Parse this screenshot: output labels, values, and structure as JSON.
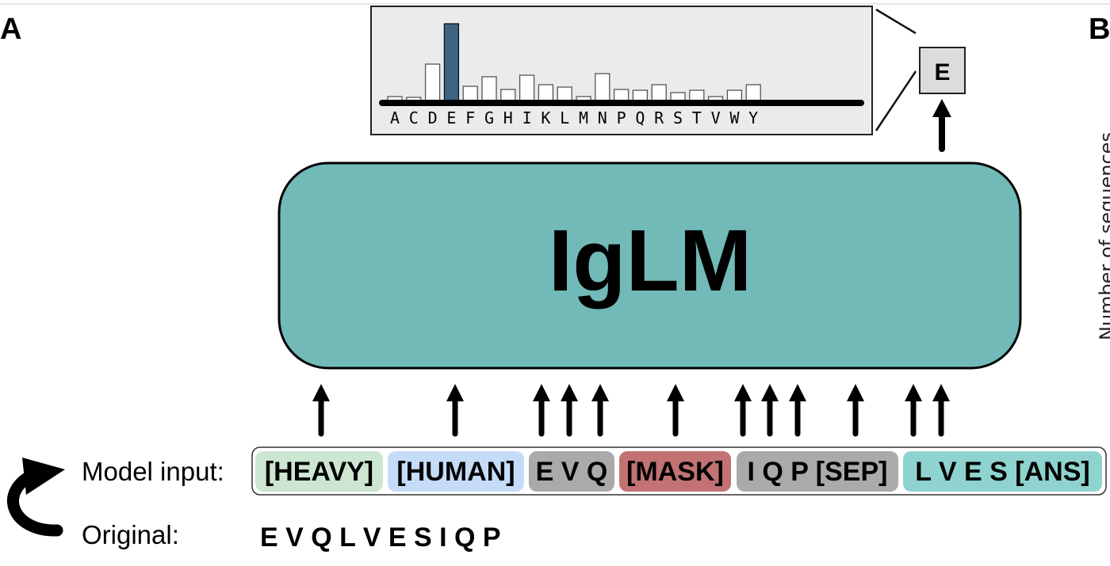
{
  "panel_labels": {
    "a": "A",
    "b": "B"
  },
  "panel_b_axis_label": "Number of sequences",
  "model": {
    "name": "IgLM",
    "color": "#72bab8"
  },
  "output_token": "E",
  "prediction_chart": {
    "type": "bar",
    "categories": [
      "A",
      "C",
      "D",
      "E",
      "F",
      "G",
      "H",
      "I",
      "K",
      "L",
      "M",
      "N",
      "P",
      "Q",
      "R",
      "S",
      "T",
      "V",
      "W",
      "Y"
    ],
    "values": [
      6,
      5,
      47,
      98,
      19,
      31,
      15,
      33,
      21,
      18,
      6,
      35,
      15,
      14,
      21,
      11,
      14,
      6,
      14,
      21
    ],
    "highlight": "E",
    "highlight_color": "#3d6482"
  },
  "rows": {
    "model_input_label": "Model input:",
    "original_label": "Original:",
    "original_sequence": "E V Q L V E S I Q P"
  },
  "tokens": [
    {
      "text": "[HEAVY]",
      "color": "#cce6d2"
    },
    {
      "text": "[HUMAN]",
      "color": "#c5dcf8"
    },
    {
      "text": "E V Q",
      "color": "#aaaaaa"
    },
    {
      "text": "[MASK]",
      "color": "#c27272"
    },
    {
      "text": "I Q P [SEP]",
      "color": "#aaaaaa"
    },
    {
      "text": "L V E S [ANS]",
      "color": "#8ed3d0"
    }
  ]
}
